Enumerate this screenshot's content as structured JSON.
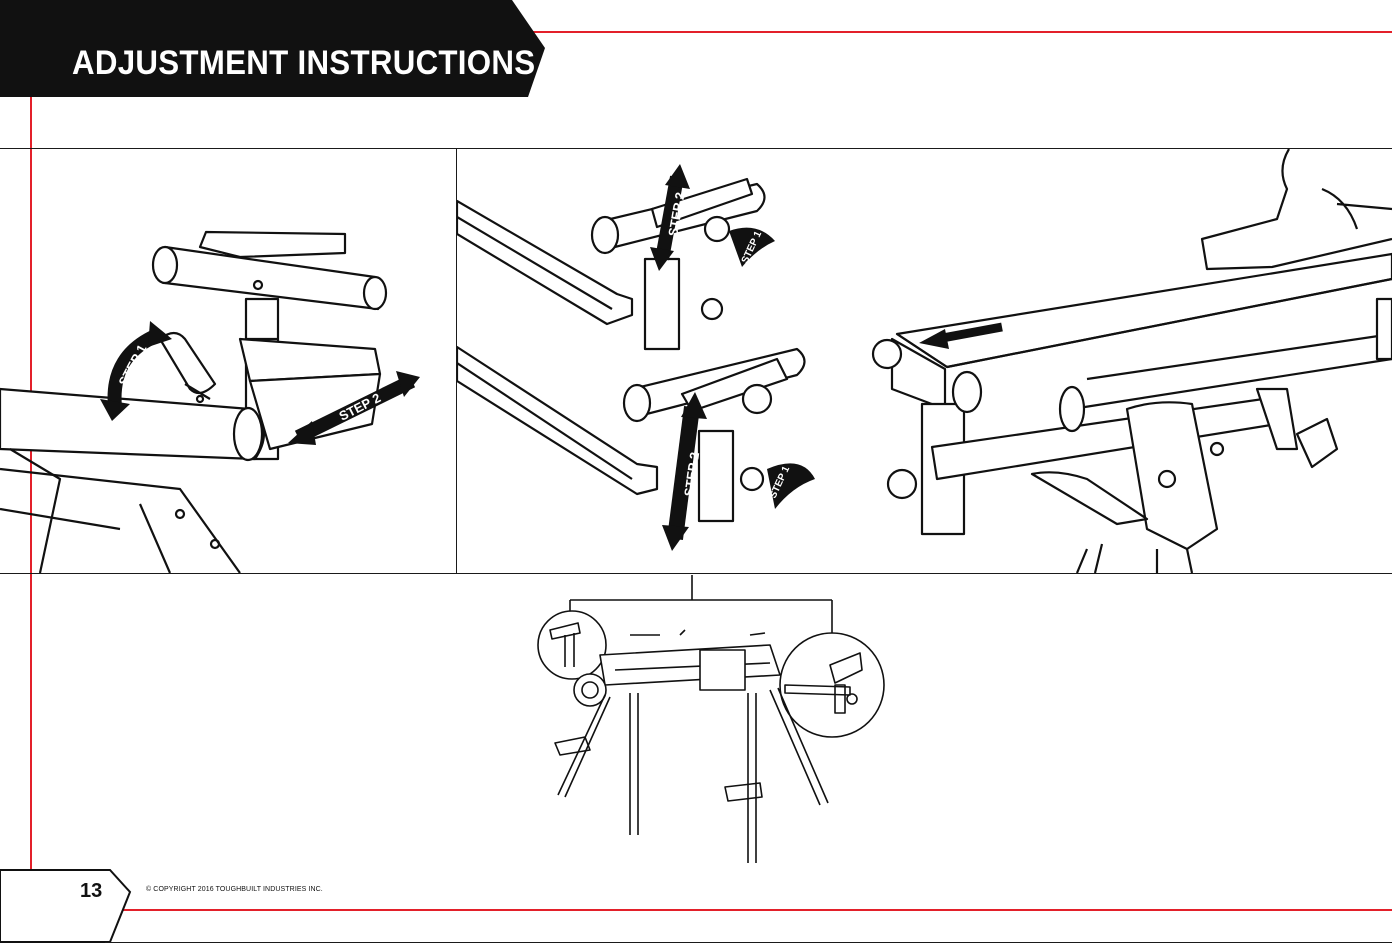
{
  "header": {
    "title": "ADJUSTMENT INSTRUCTIONS"
  },
  "figure_left": {
    "step1": "STEP 1",
    "step2": "STEP 2"
  },
  "figure_middle_top": {
    "step1": "STEP 1",
    "step2": "STEP 2"
  },
  "figure_middle_bottom": {
    "step1": "STEP 1",
    "step2": "STEP 2"
  },
  "footer": {
    "page_number": "13",
    "copyright": "© COPYRIGHT 2016 TOUGHBUILT INDUSTRIES INC."
  },
  "colors": {
    "accent_red": "#e3202a",
    "ink": "#111111",
    "banner": "#111111"
  }
}
